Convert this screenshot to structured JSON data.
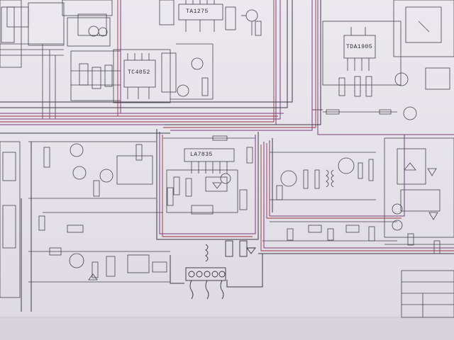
{
  "schematic": {
    "ic_labels": [
      "TA1275",
      "TC4052",
      "TDA1905",
      "LA7835"
    ],
    "colors": {
      "paper": "#e6e4ea",
      "trace_dark": "#3b3b48",
      "trace_purple": "#7a3d7a",
      "trace_red": "#9a3040"
    }
  }
}
